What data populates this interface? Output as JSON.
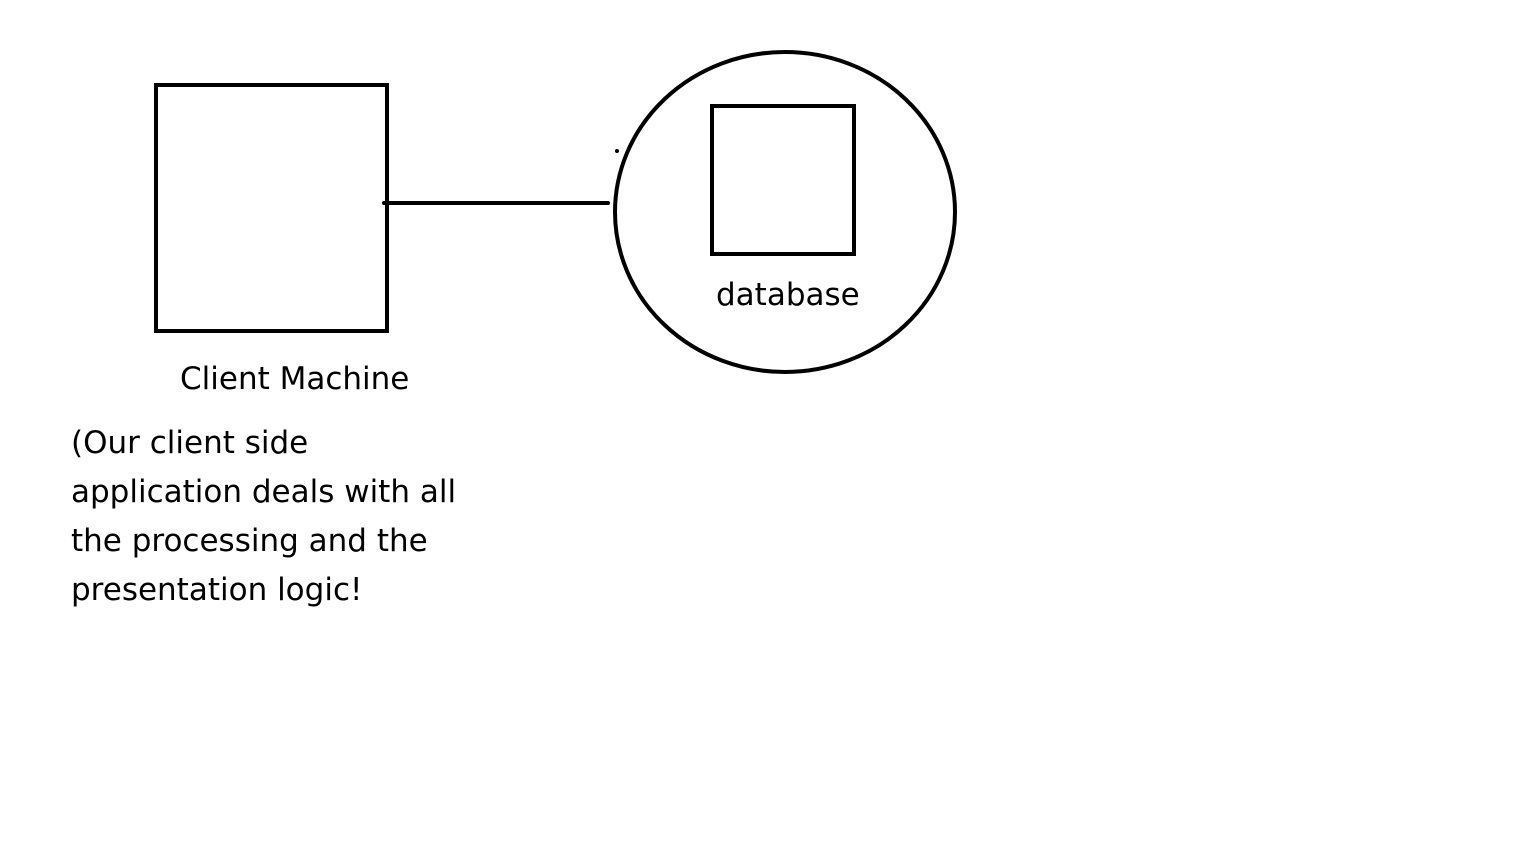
{
  "labels": {
    "client": "Client Machine",
    "database": "database"
  },
  "note": {
    "lines": [
      "(Our client side",
      "application deals with all",
      "the processing and the",
      "presentation logic!"
    ]
  },
  "colors": {
    "stroke": "#000000",
    "background": "#ffffff"
  }
}
